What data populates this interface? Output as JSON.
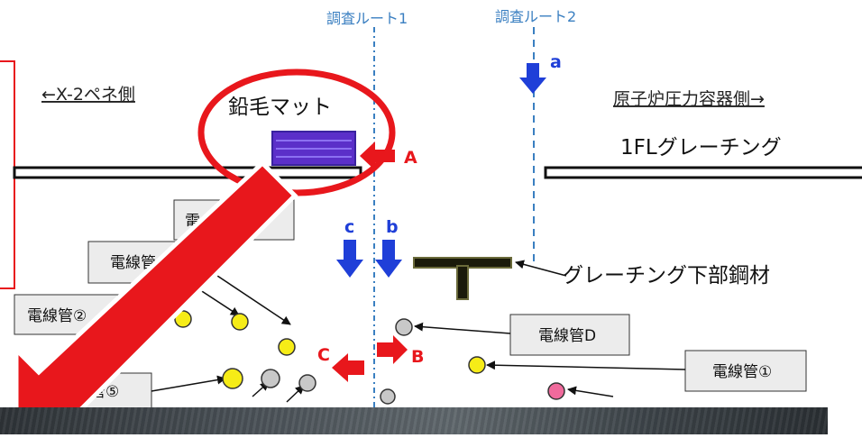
{
  "routes": {
    "route1": "調査ルート1",
    "route2": "調査ルート2"
  },
  "sides": {
    "left": "←X-2ペネ側",
    "right": "原子炉圧力容器側→"
  },
  "labels": {
    "lead_mat": "鉛毛マット",
    "grating": "1FLグレーチング",
    "steel": "グレーチング下部鋼材"
  },
  "markers": {
    "a": "a",
    "b": "b",
    "c": "c",
    "A": "A",
    "B": "B",
    "C": "C"
  },
  "conduits": {
    "top_partial": "電",
    "mid": "電線管",
    "left": "電線管②",
    "lower": "管⑤",
    "D": "電線管D",
    "one": "電線管①"
  },
  "colors": {
    "route_line": "#3a7fc1",
    "route_text": "#3a7fc1",
    "blue_arrow": "#1f3fd8",
    "red_arrow": "#e8171c",
    "red_ellipse": "#e8171c",
    "lead_mat": "#5b2fc9",
    "yellow": "#f6ec17",
    "gray": "#c8c8c8",
    "pink": "#f06a9c",
    "box_border_red": "#e8171c"
  }
}
